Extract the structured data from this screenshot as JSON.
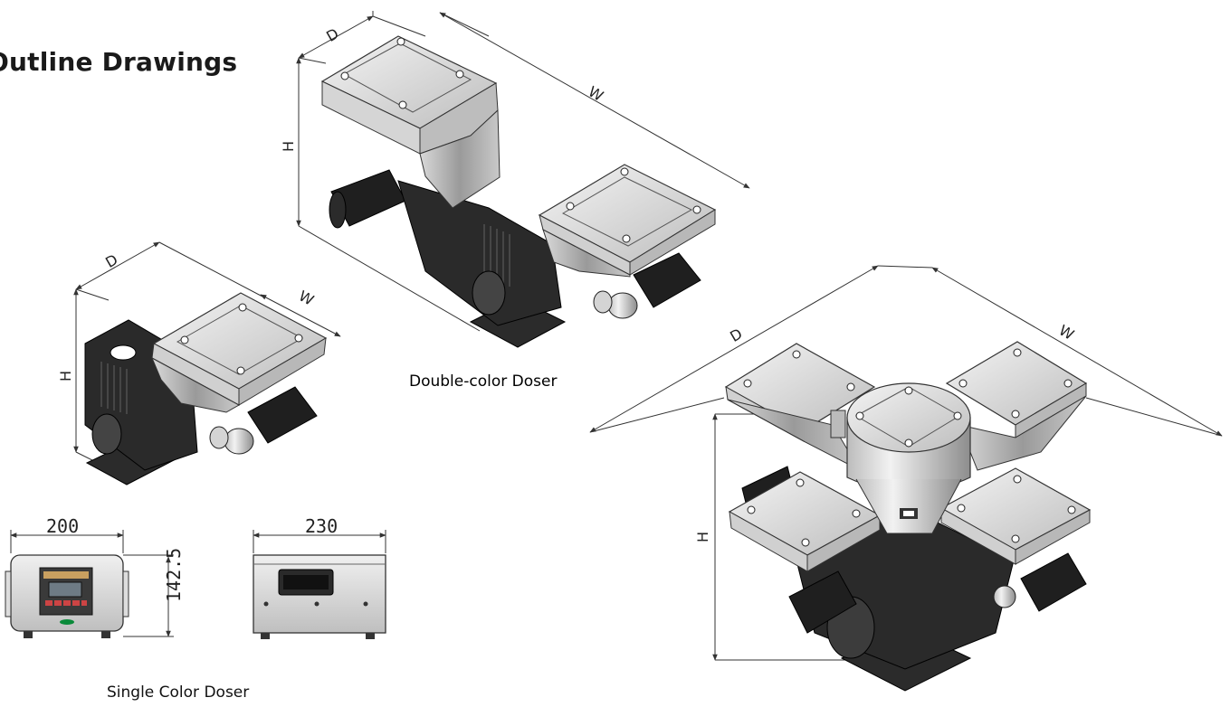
{
  "page_title": "Outline Drawings",
  "captions": {
    "double": "Double-color Doser",
    "single": "Single Color Doser"
  },
  "dimension_labels": {
    "depth": "D",
    "width": "W",
    "height": "H"
  },
  "front_view": {
    "width_value": "200",
    "height_value": "142.5"
  },
  "side_view": {
    "width_value": "230"
  },
  "colors": {
    "steel_light": "#e9e9e9",
    "steel_mid": "#c4c4c4",
    "steel_dark": "#8e8e8e",
    "machine_dark": "#2e2e2e",
    "machine_black": "#1b1b1b",
    "line": "#333333"
  }
}
